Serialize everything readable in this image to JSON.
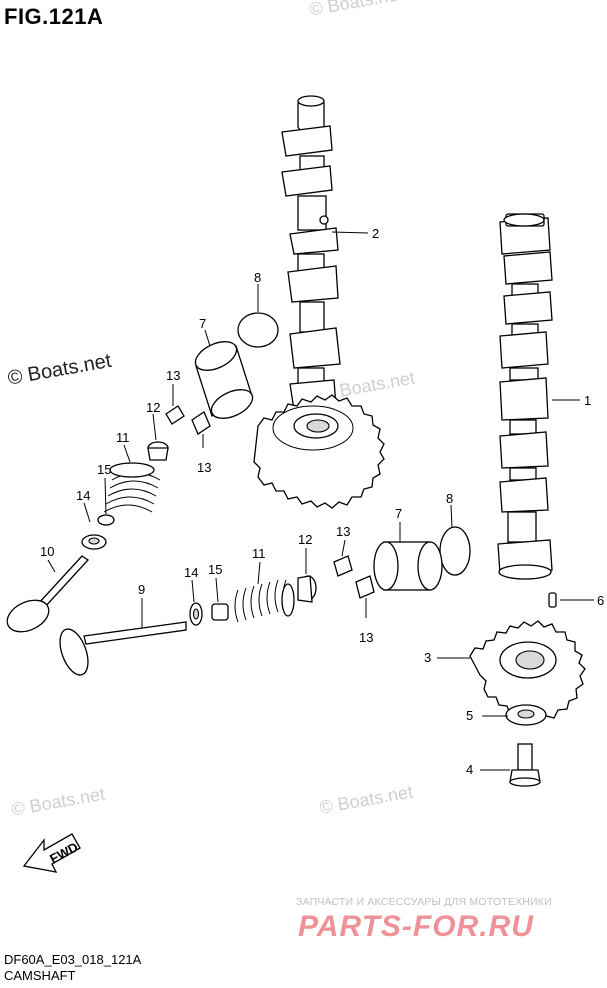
{
  "header": {
    "title": "FIG.121A"
  },
  "footer": {
    "code": "DF60A_E03_018_121A",
    "caption": "CAMSHAFT"
  },
  "watermarks": {
    "main": "© Boats.net",
    "faint": [
      "© Boats.net",
      "© Boats.net",
      "© Boats.net",
      "© Boats.net"
    ]
  },
  "promo": {
    "text": "ЗАПЧАСТИ И АКСЕССУАРЫ ДЛЯ МОТОТЕХНИКИ",
    "brand": "PARTS-FOR.RU"
  },
  "fwd_label": "FWD",
  "callouts": [
    {
      "id": "c1",
      "label": "1"
    },
    {
      "id": "c2",
      "label": "2"
    },
    {
      "id": "c3",
      "label": "3"
    },
    {
      "id": "c4",
      "label": "4"
    },
    {
      "id": "c5",
      "label": "5"
    },
    {
      "id": "c6",
      "label": "6"
    },
    {
      "id": "c7a",
      "label": "7"
    },
    {
      "id": "c7b",
      "label": "7"
    },
    {
      "id": "c8a",
      "label": "8"
    },
    {
      "id": "c8b",
      "label": "8"
    },
    {
      "id": "c9",
      "label": "9"
    },
    {
      "id": "c10",
      "label": "10"
    },
    {
      "id": "c11a",
      "label": "11"
    },
    {
      "id": "c11b",
      "label": "11"
    },
    {
      "id": "c12a",
      "label": "12"
    },
    {
      "id": "c12b",
      "label": "12"
    },
    {
      "id": "c13a",
      "label": "13"
    },
    {
      "id": "c13b",
      "label": "13"
    },
    {
      "id": "c13c",
      "label": "13"
    },
    {
      "id": "c13d",
      "label": "13"
    },
    {
      "id": "c14a",
      "label": "14"
    },
    {
      "id": "c14b",
      "label": "14"
    },
    {
      "id": "c15a",
      "label": "15"
    },
    {
      "id": "c15b",
      "label": "15"
    }
  ]
}
